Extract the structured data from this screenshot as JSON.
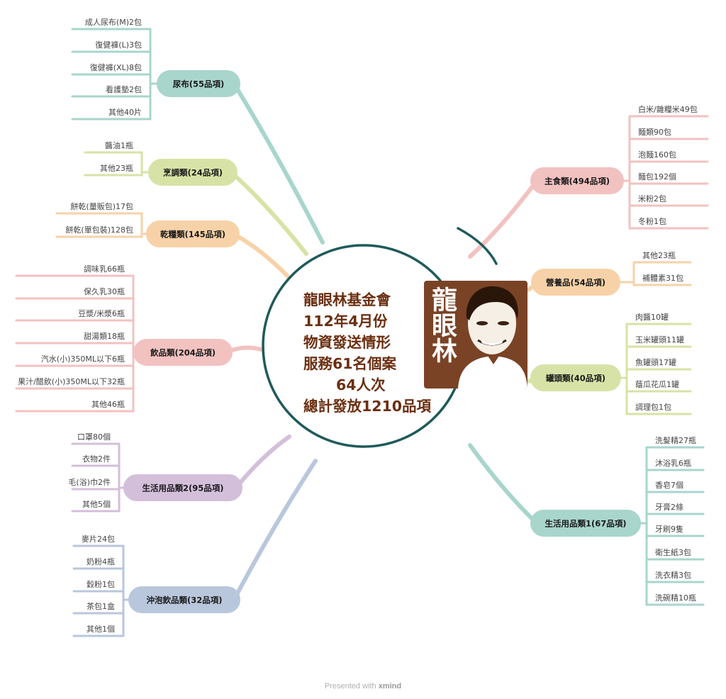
{
  "center": {
    "lines": [
      "龍眼林基金會",
      "112年4月份",
      "物資發送情形",
      "服務61名個案",
      "64人次",
      "總計發放1210品項"
    ],
    "logo_text": "龍眼林",
    "circle_color": "#1f5a5a"
  },
  "footer": {
    "prefix": "Presented with",
    "brand": "xmind"
  },
  "branches": [
    {
      "label": "尿布(55品項)",
      "color": "#a8d5cc",
      "side": "left",
      "items": [
        "成人尿布(M)2包",
        "復健褲(L)3包",
        "復健褲(XL)8包",
        "看護墊2包",
        "其他40片"
      ]
    },
    {
      "label": "烹調類(24品項)",
      "color": "#d7e3a6",
      "side": "left",
      "items": [
        "醬油1瓶",
        "其他23瓶"
      ]
    },
    {
      "label": "乾糧類(145品項)",
      "color": "#f7d2a8",
      "side": "left",
      "items": [
        "餅乾(量販包)17包",
        "餅乾(單包裝)128包"
      ]
    },
    {
      "label": "飲品類(204品項)",
      "color": "#f2c2c0",
      "side": "left",
      "items": [
        "調味乳66瓶",
        "保久乳30瓶",
        "豆漿/米漿6瓶",
        "甜湯類18瓶",
        "汽水(小)350ML以下6瓶",
        "果汁/醋飲(小)350ML以下32瓶",
        "其他46瓶"
      ]
    },
    {
      "label": "生活用品類2(95品項)",
      "color": "#d4bfdb",
      "side": "left",
      "items": [
        "口罩80個",
        "衣物2件",
        "毛(浴)巾2件",
        "其他5個"
      ]
    },
    {
      "label": "沖泡飲品類(32品項)",
      "color": "#b9c7dc",
      "side": "left",
      "items": [
        "麥片24包",
        "奶粉4瓶",
        "穀粉1包",
        "茶包1盒",
        "其他1個"
      ]
    },
    {
      "label": "主食類(494品項)",
      "color": "#f2c2c0",
      "side": "right",
      "items": [
        "白米/雜糧米49包",
        "麵類90包",
        "泡麵160包",
        "麵包192個",
        "米粉2包",
        "冬粉1包"
      ]
    },
    {
      "label": "營養品(54品項)",
      "color": "#f7d2a8",
      "side": "right",
      "items": [
        "其他23瓶",
        "補體素31包"
      ]
    },
    {
      "label": "罐頭類(40品項)",
      "color": "#d7e3a6",
      "side": "right",
      "items": [
        "肉醬10罐",
        "玉米罐頭11罐",
        "魚罐頭17罐",
        "蔭瓜花瓜1罐",
        "調理包1包"
      ]
    },
    {
      "label": "生活用品類1(67品項)",
      "color": "#a8d5cc",
      "side": "right",
      "items": [
        "洗髮精27瓶",
        "沐浴乳6瓶",
        "香皂7個",
        "牙膏2條",
        "牙刷9隻",
        "衛生紙3包",
        "洗衣精3包",
        "洗碗精10瓶"
      ]
    }
  ]
}
